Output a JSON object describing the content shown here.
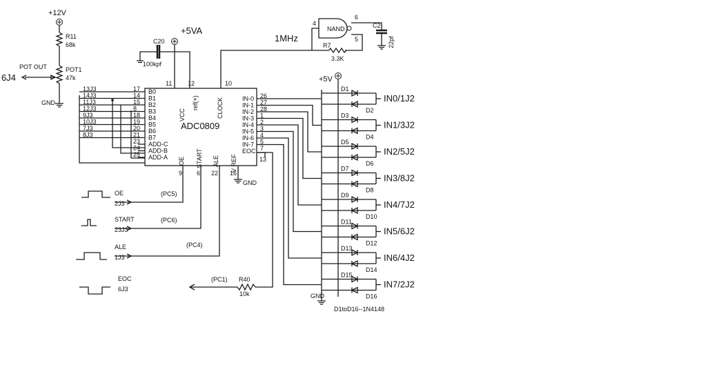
{
  "supplies": {
    "v12": "+12V",
    "v5a": "+5VA",
    "v5": "+5V",
    "gnd": "GND"
  },
  "pot": {
    "r11": "R11",
    "r11_value": "68k",
    "pot_out": "POT OUT",
    "pot1": "POT1",
    "pot1_value": "47k",
    "connector": "6J4"
  },
  "cap": {
    "c20": "C20",
    "c20_value": "100kpf",
    "c2": "C2",
    "c2_value": "22pf"
  },
  "clock": {
    "freq": "1MHz",
    "gate": "NAND",
    "pin4": "4",
    "pin5": "5",
    "pin6": "6",
    "r7": "R7",
    "r7_value": "3.3K"
  },
  "adc": {
    "name": "ADC0809",
    "vcc": "VCC",
    "ref_plus": "ref(+)",
    "clock": "CLOCK",
    "oe": "OE",
    "start": "START",
    "ale": "ALE",
    "vref": "V REF",
    "top_pins": [
      "11",
      "12",
      "10"
    ],
    "bottom_pins": [
      "9",
      "6",
      "22",
      "16",
      "13"
    ],
    "left_pins": [
      {
        "net": "13J3",
        "num": "17",
        "label": "B0"
      },
      {
        "net": "14J3",
        "num": "14",
        "label": "B1"
      },
      {
        "net": "11J3",
        "num": "15",
        "label": "B2"
      },
      {
        "net": "12J3",
        "num": "8",
        "label": "B3"
      },
      {
        "net": "9J3",
        "num": "18",
        "label": "B4"
      },
      {
        "net": "10J3",
        "num": "19",
        "label": "B5"
      },
      {
        "net": "7J3",
        "num": "20",
        "label": "B6"
      },
      {
        "net": "8J3",
        "num": "21",
        "label": "B7"
      },
      {
        "net": "",
        "num": "23",
        "label": "ADD-C"
      },
      {
        "net": "",
        "num": "24",
        "label": "ADD-B"
      },
      {
        "net": "",
        "num": "25",
        "label": "ADD-A"
      }
    ],
    "right_pins": [
      {
        "num": "26",
        "label": "IN-0"
      },
      {
        "num": "27",
        "label": "IN-1"
      },
      {
        "num": "28",
        "label": "IN-2"
      },
      {
        "num": "1",
        "label": "IN-3"
      },
      {
        "num": "2",
        "label": "IN-4"
      },
      {
        "num": "3",
        "label": "IN-5"
      },
      {
        "num": "4",
        "label": "IN-6"
      },
      {
        "num": "5",
        "label": "IN-7"
      },
      {
        "num": "7",
        "label": "EOC"
      }
    ]
  },
  "controls": [
    {
      "name": "OE",
      "port": "(PC5)",
      "conn": "2J3"
    },
    {
      "name": "START",
      "port": "(PC6)",
      "conn": "23J3"
    },
    {
      "name": "ALE",
      "port": "(PC4)",
      "conn": "1J3"
    },
    {
      "name": "EOC",
      "port": "(PC1)",
      "conn": "6J3"
    }
  ],
  "r40": {
    "ref": "R40",
    "value": "10k"
  },
  "inputs": [
    {
      "label": "IN0/1J2",
      "d_top": "D1",
      "d_bot": "D2"
    },
    {
      "label": "IN1/3J2",
      "d_top": "D3",
      "d_bot": "D4"
    },
    {
      "label": "IN2/5J2",
      "d_top": "D5",
      "d_bot": "D6"
    },
    {
      "label": "IN3/8J2",
      "d_top": "D7",
      "d_bot": "D8"
    },
    {
      "label": "IN4/7J2",
      "d_top": "D9",
      "d_bot": "D10"
    },
    {
      "label": "IN5/6J2",
      "d_top": "D11",
      "d_bot": "D12"
    },
    {
      "label": "IN6/4J2",
      "d_top": "D13",
      "d_bot": "D14"
    },
    {
      "label": "IN7/2J2",
      "d_top": "D15",
      "d_bot": "D16"
    }
  ],
  "diode_note": "D1toD16--1N4148"
}
